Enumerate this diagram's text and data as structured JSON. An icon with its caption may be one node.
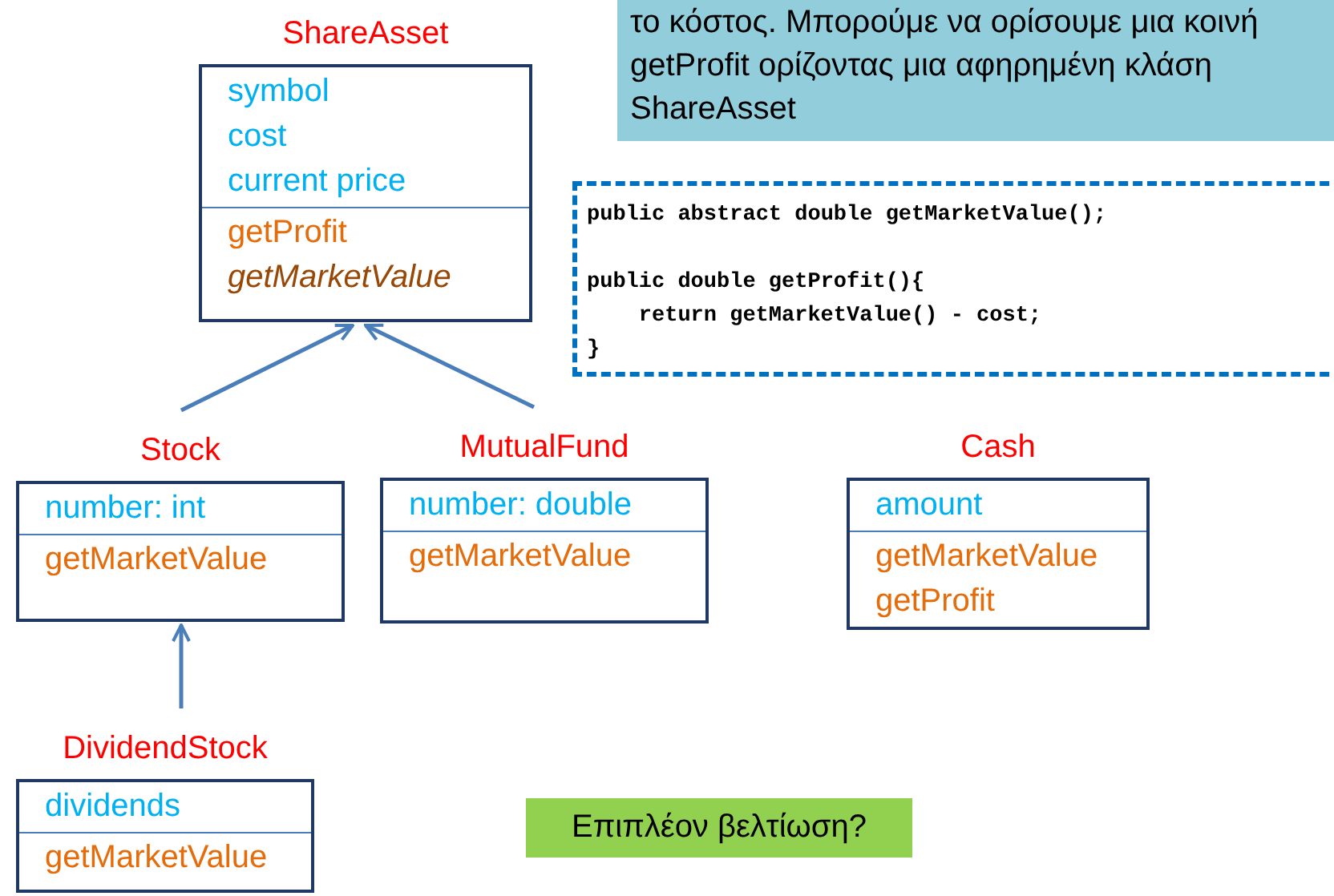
{
  "diagram": {
    "nodes": [
      {
        "text": [
          "ShareAsset",
          "symbol",
          "cost",
          "current price",
          "getProfit",
          "getMarketValue"
        ]
      },
      {
        "text": [
          "Stock",
          "number: int",
          "getMarketValue"
        ]
      },
      {
        "text": [
          "MutualFund",
          "number: double",
          "getMarketValue"
        ]
      },
      {
        "text": [
          "Cash",
          "amount",
          "getMarketValue",
          "getProfit"
        ]
      },
      {
        "text": [
          "DividendStock",
          "dividends",
          "getMarketValue"
        ]
      },
      {
        "text": [
          "το κόστος. Μπορούμε να ορίσουμε μια κοινή getProfit ορίζοντας μια αφηρημένη κλάση ShareAsset"
        ]
      },
      {
        "text": [
          "public abstract double getMarketValue();",
          "public double getProfit(){",
          "return getMarketValue() - cost;",
          "}"
        ]
      },
      {
        "text": [
          "Επιπλέον βελτίωση?"
        ]
      }
    ],
    "edges": [
      {
        "from": 1,
        "to": 0,
        "arrow": "to"
      },
      {
        "from": 2,
        "to": 0,
        "arrow": "to"
      },
      {
        "from": 4,
        "to": 1,
        "arrow": "to"
      }
    ]
  }
}
